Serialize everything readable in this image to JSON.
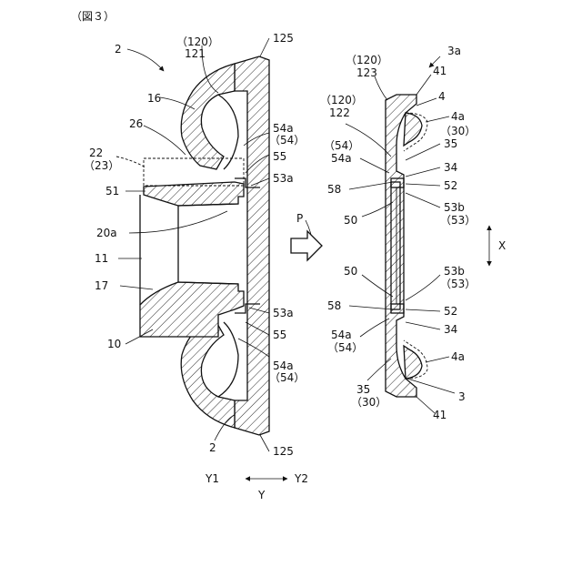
{
  "figure": {
    "title": "（図３）"
  },
  "labels": {
    "l_2_top": "2",
    "l_120a": "（120）",
    "l_121": "121",
    "l_125_top": "125",
    "l_16": "16",
    "l_26": "26",
    "l_54a_t": "54a",
    "l_54_t": "（54）",
    "l_22": "22",
    "l_23": "（23）",
    "l_55_t": "55",
    "l_53a_t": "53a",
    "l_51": "51",
    "l_20a": "20a",
    "l_11": "11",
    "l_17": "17",
    "l_53a_b": "53a",
    "l_10": "10",
    "l_55_b": "55",
    "l_54a_b": "54a",
    "l_54_b": "（54）",
    "l_2_bot": "2",
    "l_125_bot": "125",
    "l_P": "P",
    "l_3a": "3a",
    "l_120b": "（120）",
    "l_123": "123",
    "l_41_top": "41",
    "l_4": "4",
    "l_4a_t": "4a",
    "l_120c": "（120）",
    "l_122": "122",
    "l_30_t": "（30）",
    "l_35_t": "35",
    "l_54_r": "（54）",
    "l_54a_r": "54a",
    "l_34_t": "34",
    "l_58_t": "58",
    "l_52_t": "52",
    "l_53b_t": "53b",
    "l_53_t": "（53）",
    "l_50_t": "50",
    "l_X": "X",
    "l_50_b": "50",
    "l_53b_b": "53b",
    "l_53_b": "（53）",
    "l_58_b": "58",
    "l_52_b": "52",
    "l_54a_rb": "54a",
    "l_54_rb": "（54）",
    "l_34_b": "34",
    "l_4a_b": "4a",
    "l_35_b": "35",
    "l_30_b": "（30）",
    "l_3": "3",
    "l_41_bot": "41",
    "l_Y1": "Y1",
    "l_Y2": "Y2",
    "l_Y": "Y"
  },
  "colors": {
    "ink": "#111111",
    "paper": "#ffffff"
  }
}
